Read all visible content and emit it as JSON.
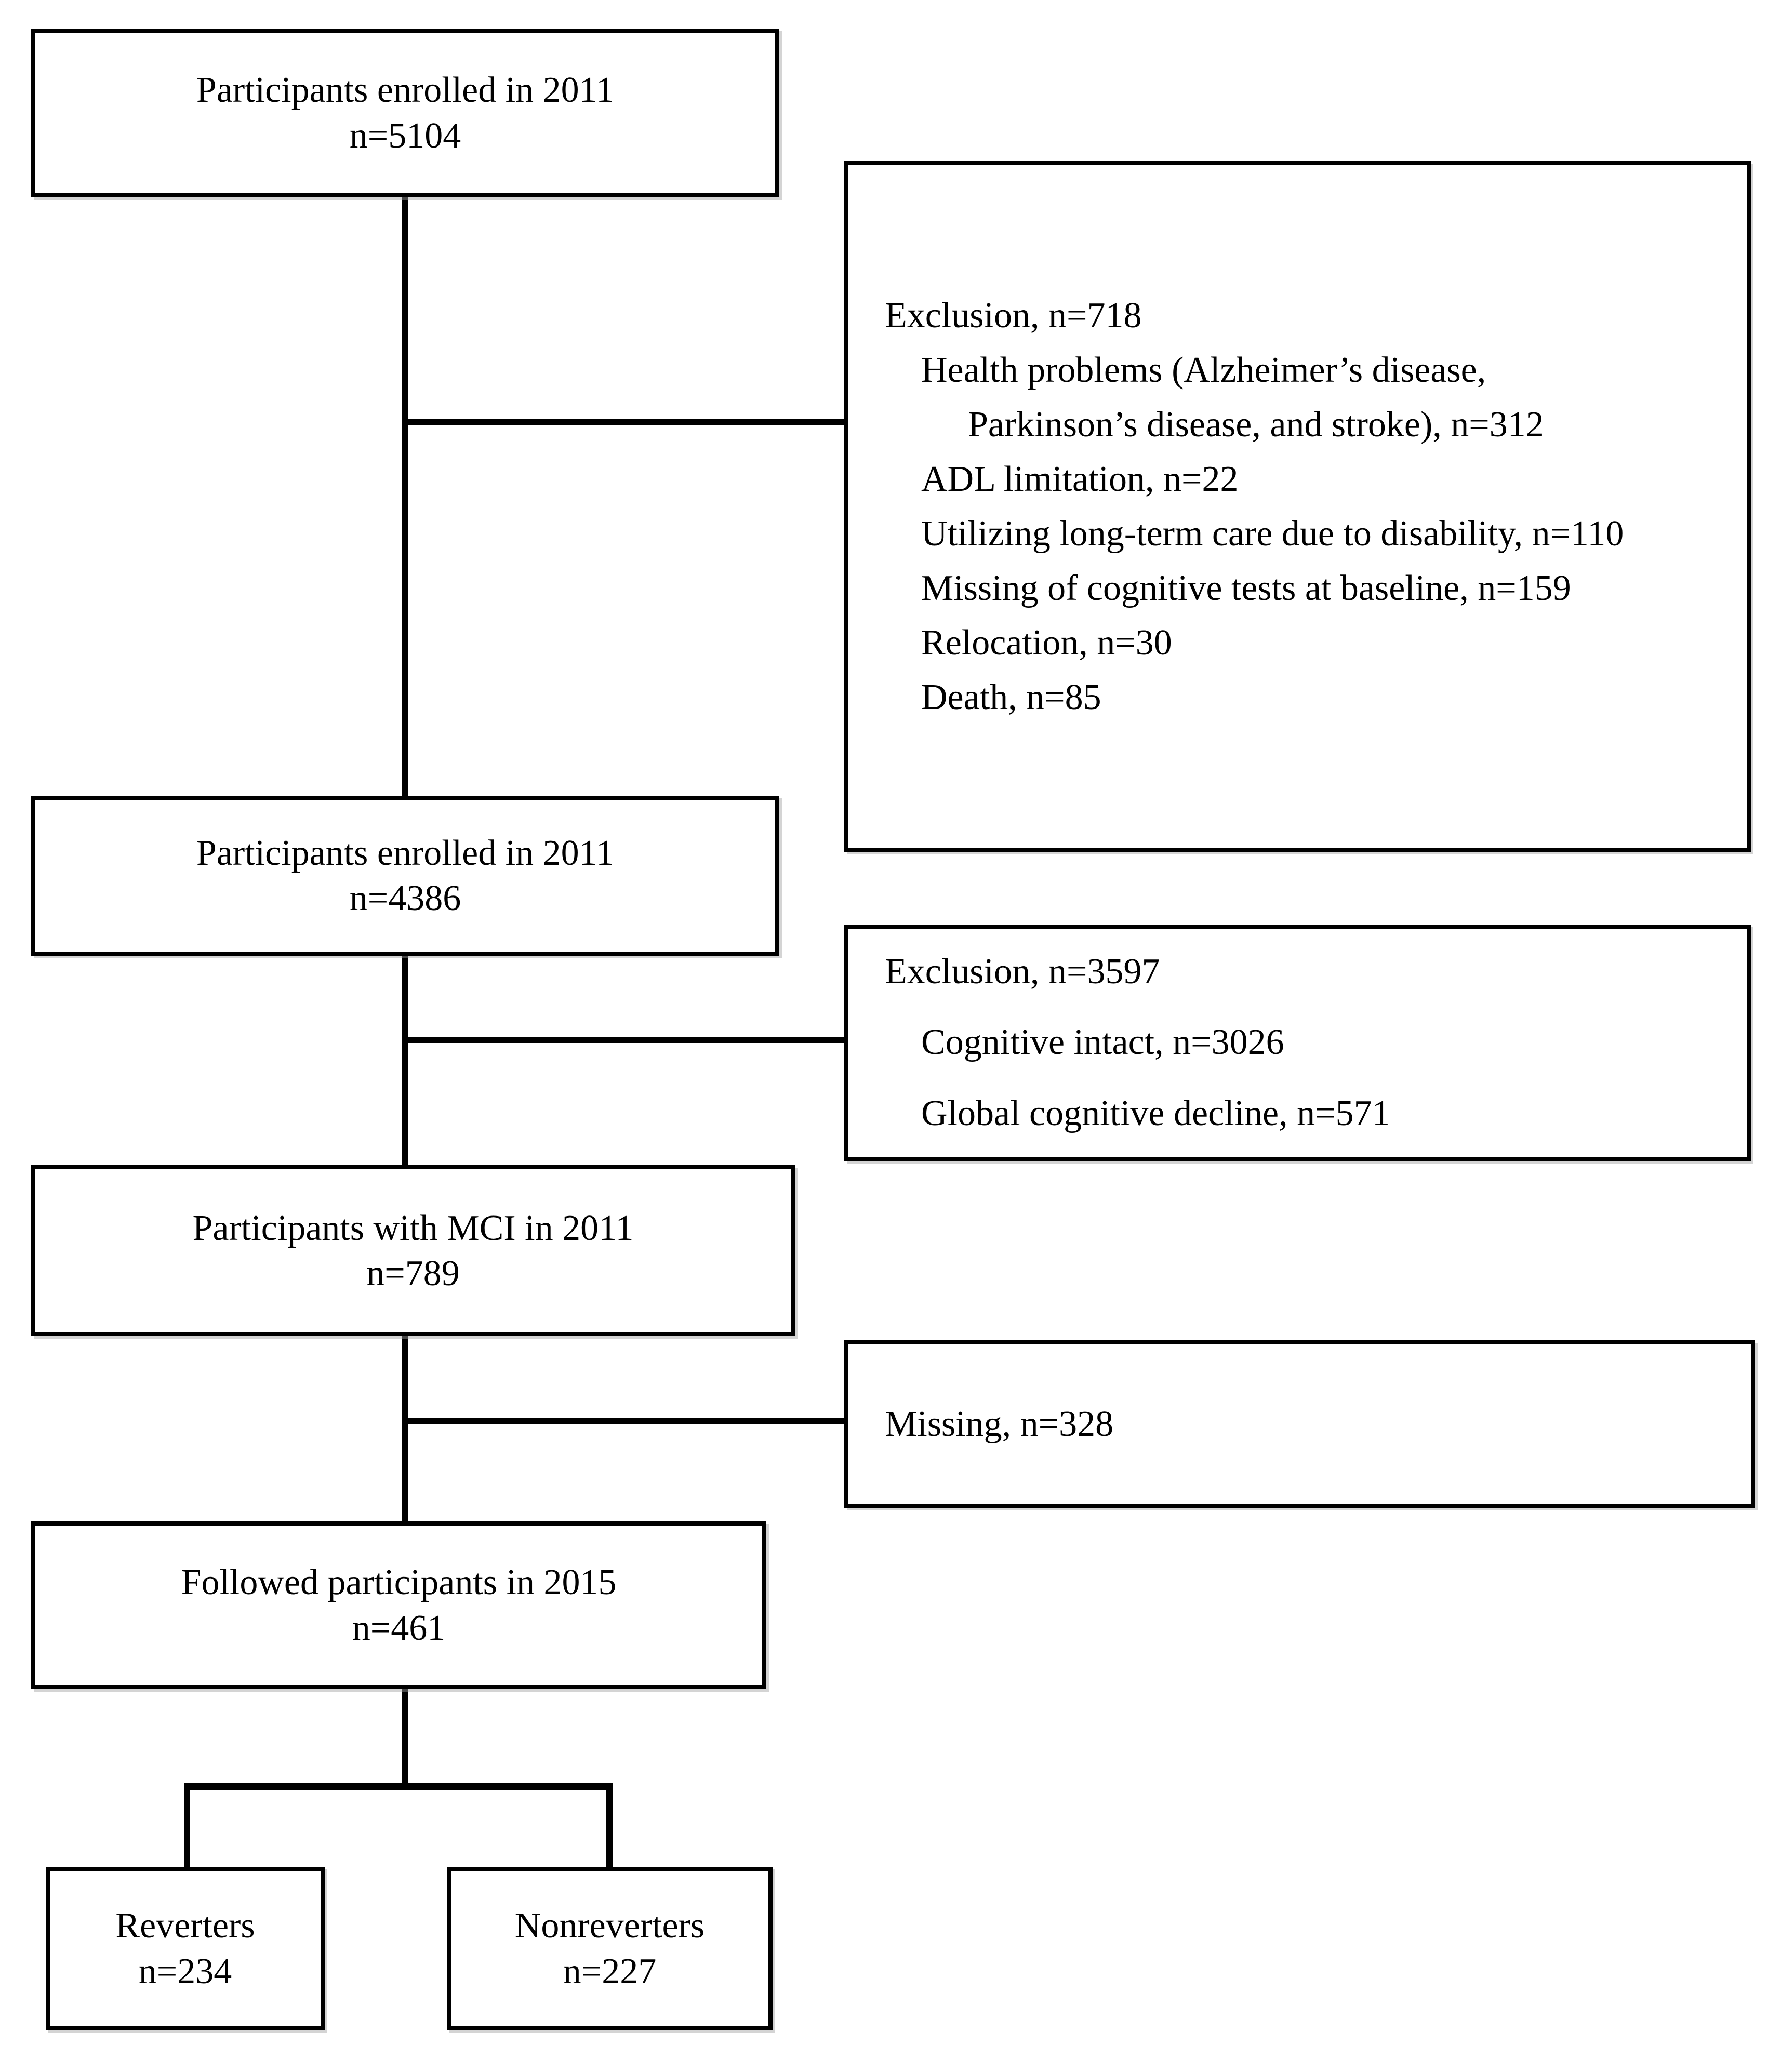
{
  "flow": {
    "enrolled_initial": {
      "title": "Participants enrolled in 2011",
      "n": "n=5104"
    },
    "exclusion_baseline": {
      "title": "Exclusion, n=718",
      "items": [
        "Health problems (Alzheimer’s disease,",
        "Parkinson’s disease, and stroke), n=312",
        "ADL limitation, n=22",
        "Utilizing long-term care due to disability, n=110",
        "Missing of cognitive tests at baseline, n=159",
        "Relocation, n=30",
        "Death, n=85"
      ]
    },
    "enrolled_after_exclusion": {
      "title": "Participants enrolled in 2011",
      "n": "n=4386"
    },
    "exclusion_cognitive": {
      "title": "Exclusion, n=3597",
      "items": [
        "Cognitive intact, n=3026",
        "Global cognitive decline, n=571"
      ]
    },
    "mci_2011": {
      "title": "Participants with MCI in 2011",
      "n": "n=789"
    },
    "missing_followup": {
      "title": "Missing, n=328"
    },
    "followed_2015": {
      "title": "Followed participants in 2015",
      "n": "n=461"
    },
    "reverters": {
      "title": "Reverters",
      "n": "n=234"
    },
    "nonreverters": {
      "title": "Nonreverters",
      "n": "n=227"
    }
  }
}
